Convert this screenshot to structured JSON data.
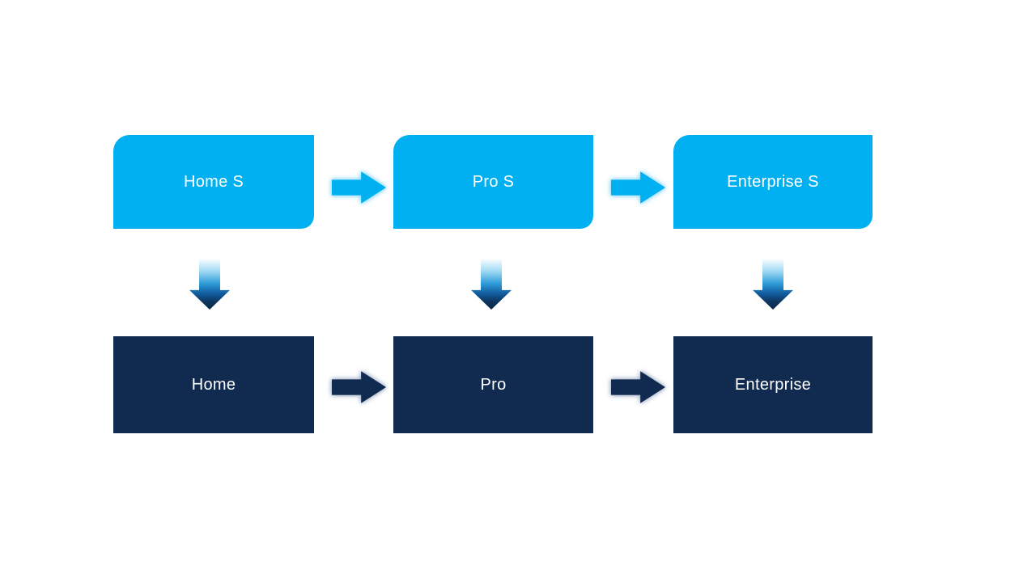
{
  "diagram": {
    "background": "#FFFFFF",
    "colors": {
      "background": "#FFFFFF",
      "light_blue": "#00B0F0",
      "dark_navy": "#112A4F",
      "label_text": "#FFFFFF",
      "top_arrow_glow": "#8ED8F8",
      "bottom_arrow_glow": "#94A4C0",
      "down_arrow_gradient_top": "#F5FBFE",
      "down_arrow_gradient_mid": "#2F9CD9",
      "down_arrow_gradient_bottom": "#0C2747"
    },
    "top_row": {
      "items": [
        {
          "label": "Home S"
        },
        {
          "label": "Pro S"
        },
        {
          "label": "Enterprise S"
        }
      ]
    },
    "bottom_row": {
      "items": [
        {
          "label": "Home"
        },
        {
          "label": "Pro"
        },
        {
          "label": "Enterprise"
        }
      ]
    },
    "icons": {
      "right_arrow": "block-arrow-right",
      "down_arrow": "block-arrow-down-gradient"
    }
  }
}
